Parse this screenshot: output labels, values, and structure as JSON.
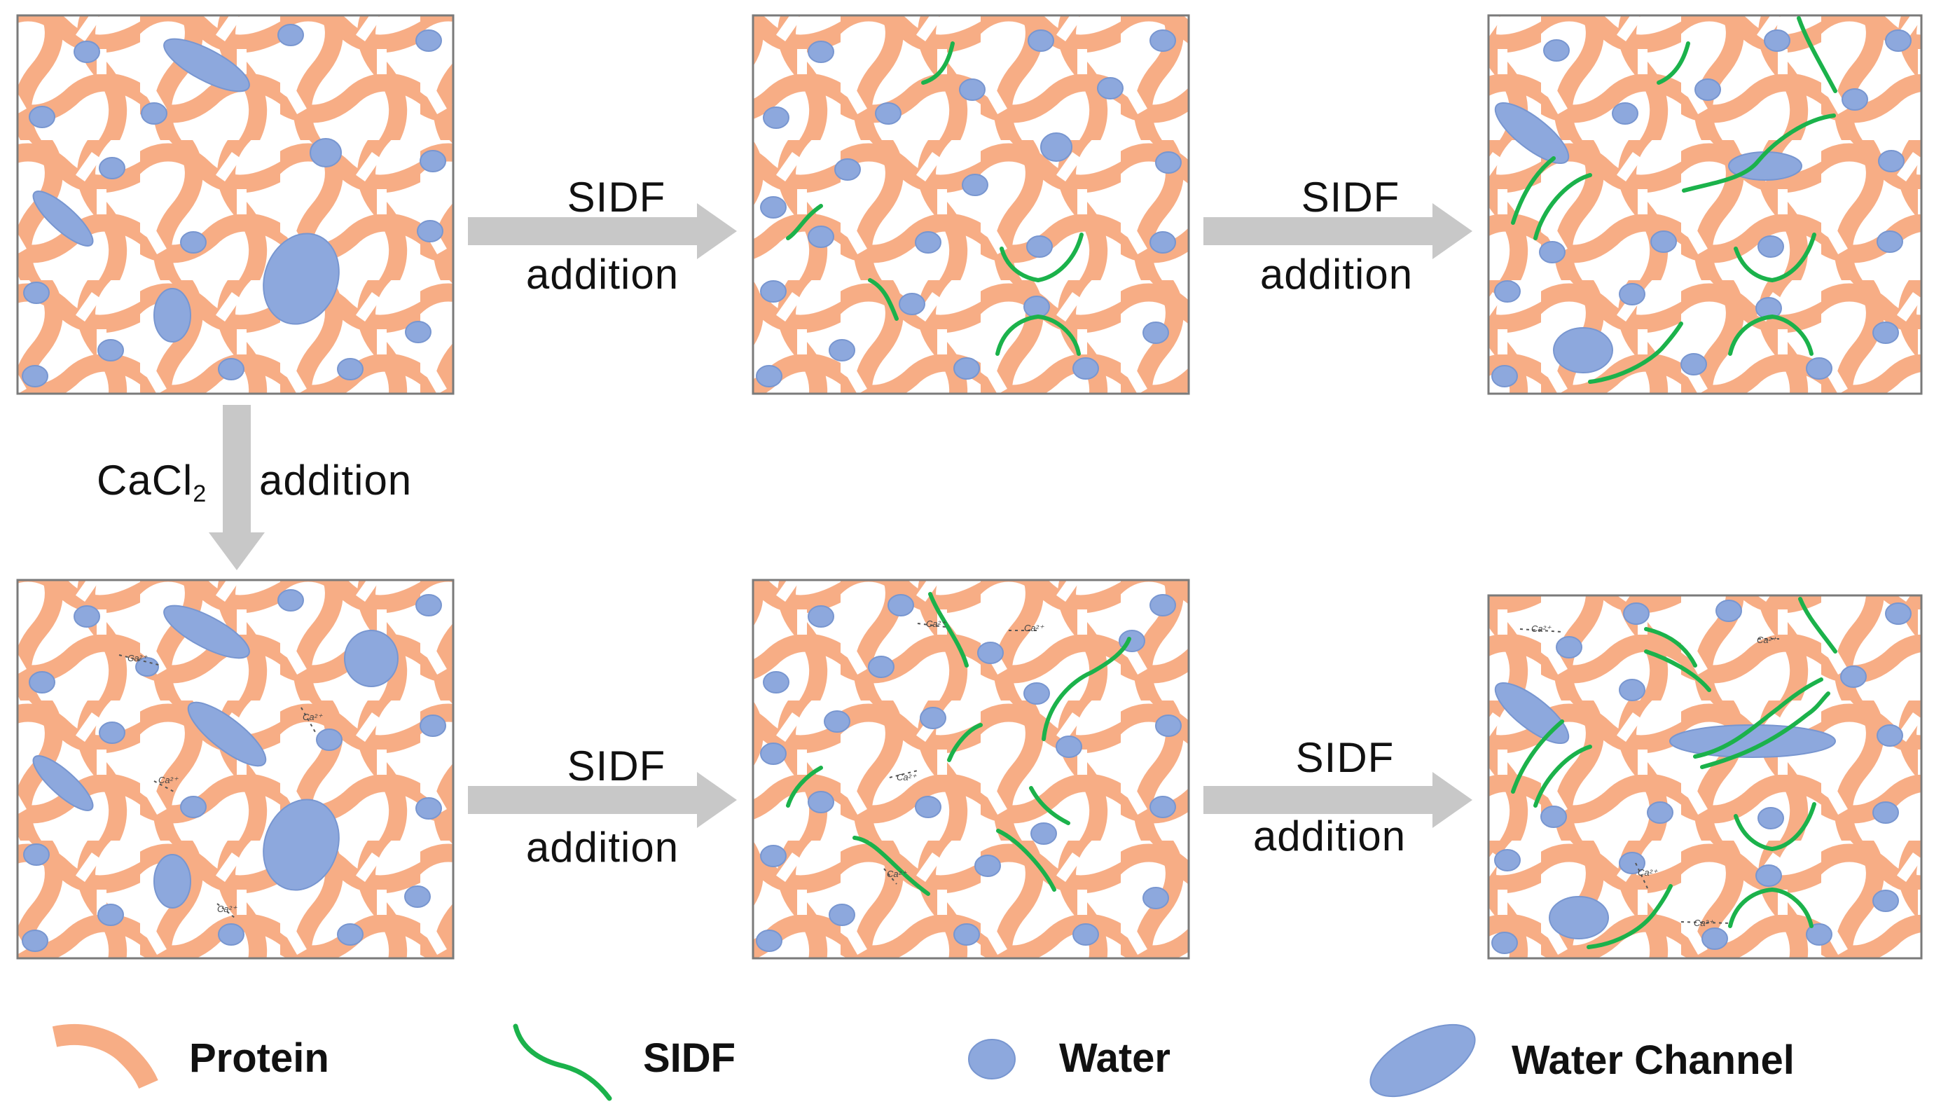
{
  "colors": {
    "protein": "#f7ad85",
    "sidf": "#1bb24b",
    "water": "#8da8dd",
    "water_stroke": "#6f8cc9",
    "arrow": "#c8c8c8",
    "panel_border": "#7a7a7a",
    "text": "#111111"
  },
  "panels": [
    {
      "id": "top-1",
      "sidf_level": 0,
      "cacl2": false
    },
    {
      "id": "top-2",
      "sidf_level": 1,
      "cacl2": false
    },
    {
      "id": "top-3",
      "sidf_level": 2,
      "cacl2": false
    },
    {
      "id": "bottom-1",
      "sidf_level": 0,
      "cacl2": true
    },
    {
      "id": "bottom-2",
      "sidf_level": 1,
      "cacl2": true
    },
    {
      "id": "bottom-3",
      "sidf_level": 2,
      "cacl2": true
    }
  ],
  "ion_label": "Ca²⁺",
  "arrows": {
    "top_1": {
      "line1": "SIDF",
      "line2": "addition"
    },
    "top_2": {
      "line1": "SIDF",
      "line2": "addition"
    },
    "bottom_1": {
      "line1": "SIDF",
      "line2": "addition"
    },
    "bottom_2": {
      "line1": "SIDF",
      "line2": "addition"
    },
    "vertical": {
      "reagent": "CaCl",
      "subscript": "2",
      "action": "addition"
    }
  },
  "legend": {
    "protein": "Protein",
    "sidf": "SIDF",
    "water": "Water",
    "water_channel": "Water Channel"
  }
}
